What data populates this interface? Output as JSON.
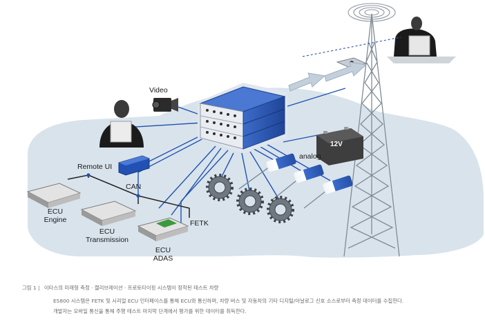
{
  "labels": {
    "video": "Video",
    "remote_ui": "Remote UI",
    "can": "CAN",
    "ecu_engine": [
      "ECU",
      "Engine"
    ],
    "ecu_transmission": [
      "ECU",
      "Transmission"
    ],
    "ecu_adas": [
      "ECU",
      "ADAS"
    ],
    "fetk": "FETK",
    "analog": "analog",
    "battery": "12V"
  },
  "caption": {
    "figure": "그림 1 |",
    "title": "이타스의 미래형 측정 · 캘리브레이션 · 프로토타이핑 시스템이 장착된 테스트 차량",
    "line1": "ES800 시스템은 FETK 및 시리얼 ECU 인터페이스를 통해 ECU와 통신하며, 차량 버스 및 자동차의 기타 디지털/아날로그 신호 소스로부터 측정 데이터를 수집한다.",
    "line2": "개발자는 모바일 통신을 통해 주행 테스트 마지막 단계에서 평가를 위한 데이터를 취득한다."
  },
  "colors": {
    "car_fill": "#d9e3ec",
    "wire_blue": "#1f52b0",
    "wire_black": "#222222",
    "module_blue": "#2a57b5",
    "sensor_blue": "#2f63c4"
  }
}
